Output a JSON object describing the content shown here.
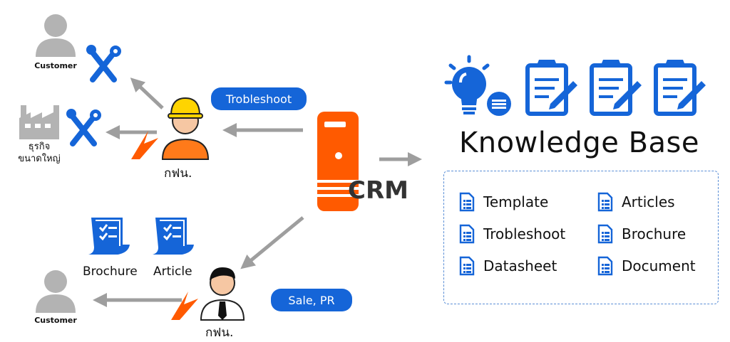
{
  "labels": {
    "customer_top": "Customer",
    "business": "ธุรกิจ\nขนาดใหญ่",
    "staff_top": "กฟน.",
    "staff_bottom": "กฟน.",
    "customer_bottom": "Customer",
    "brochure": "Brochure",
    "article": "Article",
    "crm": "CRM"
  },
  "pills": {
    "troubleshoot": "Trobleshoot",
    "sale_pr": "Sale, PR"
  },
  "knowledge_base": {
    "title": "Knowledge Base",
    "items": [
      "Template",
      "Trobleshoot",
      "Datasheet",
      "Articles",
      "Brochure",
      "Document"
    ]
  },
  "colors": {
    "primary_blue": "#1565d8",
    "crm_orange": "#ff5a00",
    "arrow_gray": "#9e9e9e",
    "person_gray": "#b3b3b3"
  }
}
